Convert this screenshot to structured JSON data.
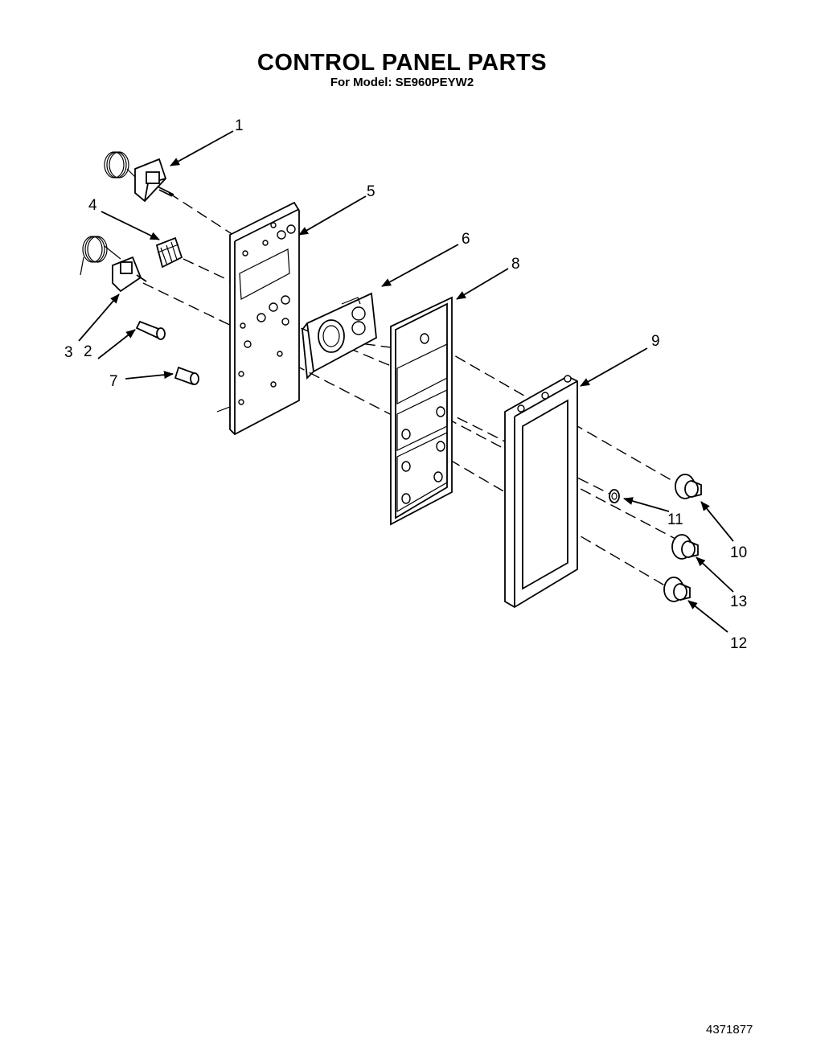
{
  "header": {
    "title": "CONTROL PANEL PARTS",
    "subtitle": "For Model: SE960PEYW2"
  },
  "callouts": [
    {
      "id": "1",
      "label": "1"
    },
    {
      "id": "2",
      "label": "2"
    },
    {
      "id": "3",
      "label": "3"
    },
    {
      "id": "4",
      "label": "4"
    },
    {
      "id": "5",
      "label": "5"
    },
    {
      "id": "6",
      "label": "6"
    },
    {
      "id": "7",
      "label": "7"
    },
    {
      "id": "8",
      "label": "8"
    },
    {
      "id": "9",
      "label": "9"
    },
    {
      "id": "10",
      "label": "10"
    },
    {
      "id": "11",
      "label": "11"
    },
    {
      "id": "12",
      "label": "12"
    },
    {
      "id": "13",
      "label": "13"
    }
  ],
  "footer": {
    "document_number": "4371877"
  }
}
